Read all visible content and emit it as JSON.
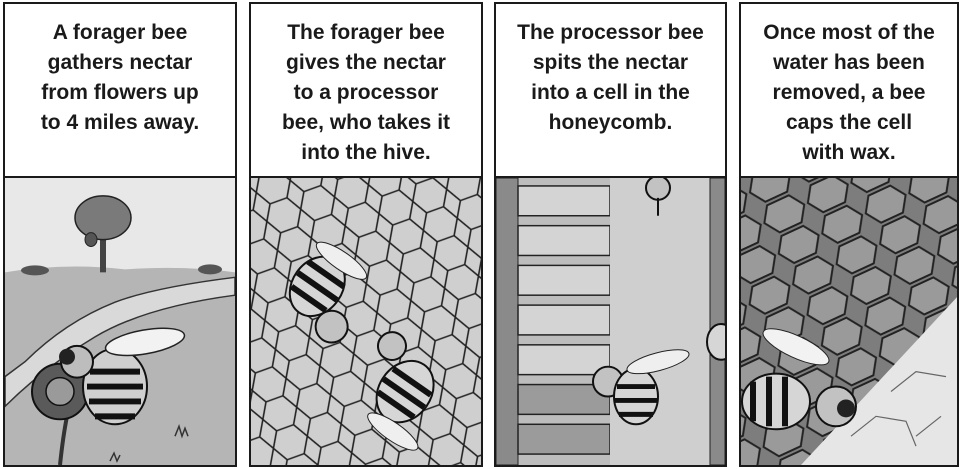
{
  "panels": [
    {
      "caption": "A forager bee\ngathers nectar\nfrom flowers up\nto 4 miles away."
    },
    {
      "caption": "The forager bee\ngives the nectar\nto a processor\nbee, who takes it\ninto the hive."
    },
    {
      "caption": "The processor bee\nspits the nectar\ninto a cell in the\nhoneycomb."
    },
    {
      "caption": "Once most of the\nwater has been\nremoved, a bee\ncaps the cell\nwith wax."
    }
  ]
}
